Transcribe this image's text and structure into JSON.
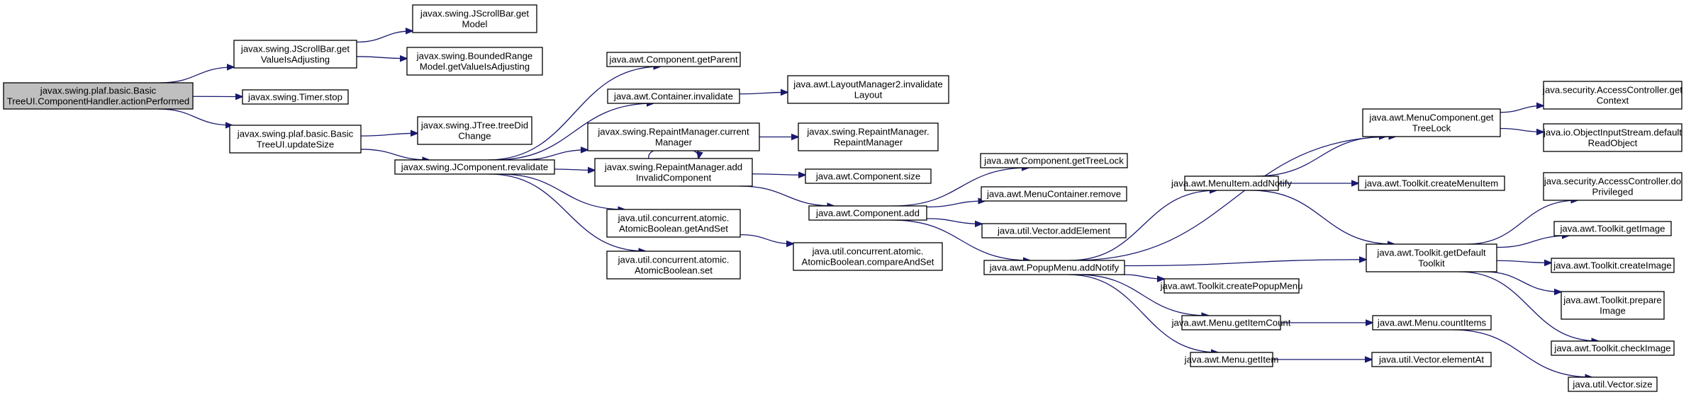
{
  "colors": {
    "edge": "#191970",
    "root_fill": "#bfbfbf",
    "node_fill": "#ffffff",
    "node_border": "#000000"
  },
  "nodes": [
    {
      "id": "root",
      "lines": [
        "javax.swing.plaf.basic.Basic",
        "TreeUI.ComponentHandler.actionPerformed"
      ]
    },
    {
      "id": "sb_getvalue",
      "lines": [
        "javax.swing.JScrollBar.get",
        "ValueIsAdjusting"
      ]
    },
    {
      "id": "timer_stop",
      "lines": [
        "javax.swing.Timer.stop"
      ]
    },
    {
      "id": "updatesize",
      "lines": [
        "javax.swing.plaf.basic.Basic",
        "TreeUI.updateSize"
      ]
    },
    {
      "id": "sb_getmodel",
      "lines": [
        "javax.swing.JScrollBar.get",
        "Model"
      ]
    },
    {
      "id": "brm_getvalue",
      "lines": [
        "javax.swing.BoundedRange",
        "Model.getValueIsAdjusting"
      ]
    },
    {
      "id": "tree_didchange",
      "lines": [
        "javax.swing.JTree.treeDid",
        "Change"
      ]
    },
    {
      "id": "revalidate",
      "lines": [
        "javax.swing.JComponent.revalidate"
      ]
    },
    {
      "id": "getparent",
      "lines": [
        "java.awt.Component.getParent"
      ]
    },
    {
      "id": "invalidate",
      "lines": [
        "java.awt.Container.invalidate"
      ]
    },
    {
      "id": "rm_current",
      "lines": [
        "javax.swing.RepaintManager.current",
        "Manager"
      ]
    },
    {
      "id": "rm_addinvalid",
      "lines": [
        "javax.swing.RepaintManager.add",
        "InvalidComponent"
      ]
    },
    {
      "id": "ab_getandset",
      "lines": [
        "java.util.concurrent.atomic.",
        "AtomicBoolean.getAndSet"
      ]
    },
    {
      "id": "ab_set",
      "lines": [
        "java.util.concurrent.atomic.",
        "AtomicBoolean.set"
      ]
    },
    {
      "id": "lm2_invalidate",
      "lines": [
        "java.awt.LayoutManager2.invalidate",
        "Layout"
      ]
    },
    {
      "id": "rm_rm",
      "lines": [
        "javax.swing.RepaintManager.",
        "RepaintManager"
      ]
    },
    {
      "id": "comp_size",
      "lines": [
        "java.awt.Component.size"
      ]
    },
    {
      "id": "comp_add",
      "lines": [
        "java.awt.Component.add"
      ]
    },
    {
      "id": "ab_cas",
      "lines": [
        "java.util.concurrent.atomic.",
        "AtomicBoolean.compareAndSet"
      ]
    },
    {
      "id": "comp_treelock",
      "lines": [
        "java.awt.Component.getTreeLock"
      ]
    },
    {
      "id": "mc_remove",
      "lines": [
        "java.awt.MenuContainer.remove"
      ]
    },
    {
      "id": "vec_addelement",
      "lines": [
        "java.util.Vector.addElement"
      ]
    },
    {
      "id": "popup_addnotify",
      "lines": [
        "java.awt.PopupMenu.addNotify"
      ]
    },
    {
      "id": "menuitem_addnotify",
      "lines": [
        "java.awt.MenuItem.addNotify"
      ]
    },
    {
      "id": "tk_createpopup",
      "lines": [
        "java.awt.Toolkit.createPopupMenu"
      ]
    },
    {
      "id": "menu_itemcount",
      "lines": [
        "java.awt.Menu.getItemCount"
      ]
    },
    {
      "id": "menu_getitem",
      "lines": [
        "java.awt.Menu.getItem"
      ]
    },
    {
      "id": "mcomp_treelock",
      "lines": [
        "java.awt.MenuComponent.get",
        "TreeLock"
      ]
    },
    {
      "id": "tk_createmenuitem",
      "lines": [
        "java.awt.Toolkit.createMenuItem"
      ]
    },
    {
      "id": "tk_getdefault",
      "lines": [
        "java.awt.Toolkit.getDefault",
        "Toolkit"
      ]
    },
    {
      "id": "menu_countitems",
      "lines": [
        "java.awt.Menu.countItems"
      ]
    },
    {
      "id": "vec_elementat",
      "lines": [
        "java.util.Vector.elementAt"
      ]
    },
    {
      "id": "ac_getcontext",
      "lines": [
        "java.security.AccessController.get",
        "Context"
      ]
    },
    {
      "id": "ois_default",
      "lines": [
        "java.io.ObjectInputStream.default",
        "ReadObject"
      ]
    },
    {
      "id": "ac_doprivileged",
      "lines": [
        "java.security.AccessController.do",
        "Privileged"
      ]
    },
    {
      "id": "tk_getimage",
      "lines": [
        "java.awt.Toolkit.getImage"
      ]
    },
    {
      "id": "tk_createimage",
      "lines": [
        "java.awt.Toolkit.createImage"
      ]
    },
    {
      "id": "tk_prepareimage",
      "lines": [
        "java.awt.Toolkit.prepare",
        "Image"
      ]
    },
    {
      "id": "tk_checkimage",
      "lines": [
        "java.awt.Toolkit.checkImage"
      ]
    },
    {
      "id": "vec_size",
      "lines": [
        "java.util.Vector.size"
      ]
    }
  ],
  "edges": [
    [
      "root",
      "sb_getvalue"
    ],
    [
      "root",
      "timer_stop"
    ],
    [
      "root",
      "updatesize"
    ],
    [
      "sb_getvalue",
      "sb_getmodel"
    ],
    [
      "sb_getvalue",
      "brm_getvalue"
    ],
    [
      "updatesize",
      "tree_didchange"
    ],
    [
      "updatesize",
      "revalidate"
    ],
    [
      "revalidate",
      "getparent"
    ],
    [
      "revalidate",
      "invalidate"
    ],
    [
      "revalidate",
      "rm_current"
    ],
    [
      "revalidate",
      "rm_addinvalid"
    ],
    [
      "revalidate",
      "ab_getandset"
    ],
    [
      "revalidate",
      "ab_set"
    ],
    [
      "invalidate",
      "lm2_invalidate"
    ],
    [
      "rm_current",
      "rm_rm"
    ],
    [
      "rm_addinvalid",
      "rm_addinvalid"
    ],
    [
      "rm_addinvalid",
      "comp_size"
    ],
    [
      "rm_addinvalid",
      "comp_add"
    ],
    [
      "ab_getandset",
      "ab_cas"
    ],
    [
      "comp_add",
      "comp_treelock"
    ],
    [
      "comp_add",
      "mc_remove"
    ],
    [
      "comp_add",
      "vec_addelement"
    ],
    [
      "comp_add",
      "popup_addnotify"
    ],
    [
      "popup_addnotify",
      "mcomp_treelock"
    ],
    [
      "popup_addnotify",
      "menuitem_addnotify"
    ],
    [
      "popup_addnotify",
      "tk_getdefault"
    ],
    [
      "popup_addnotify",
      "tk_createpopup"
    ],
    [
      "popup_addnotify",
      "menu_itemcount"
    ],
    [
      "popup_addnotify",
      "menu_getitem"
    ],
    [
      "menuitem_addnotify",
      "mcomp_treelock"
    ],
    [
      "menuitem_addnotify",
      "tk_createmenuitem"
    ],
    [
      "menuitem_addnotify",
      "tk_getdefault"
    ],
    [
      "menu_itemcount",
      "menu_countitems"
    ],
    [
      "menu_getitem",
      "vec_elementat"
    ],
    [
      "mcomp_treelock",
      "ac_getcontext"
    ],
    [
      "mcomp_treelock",
      "ois_default"
    ],
    [
      "tk_getdefault",
      "ac_doprivileged"
    ],
    [
      "tk_getdefault",
      "tk_getimage"
    ],
    [
      "tk_getdefault",
      "tk_createimage"
    ],
    [
      "tk_getdefault",
      "tk_prepareimage"
    ],
    [
      "tk_getdefault",
      "tk_checkimage"
    ],
    [
      "menu_countitems",
      "vec_size"
    ]
  ]
}
